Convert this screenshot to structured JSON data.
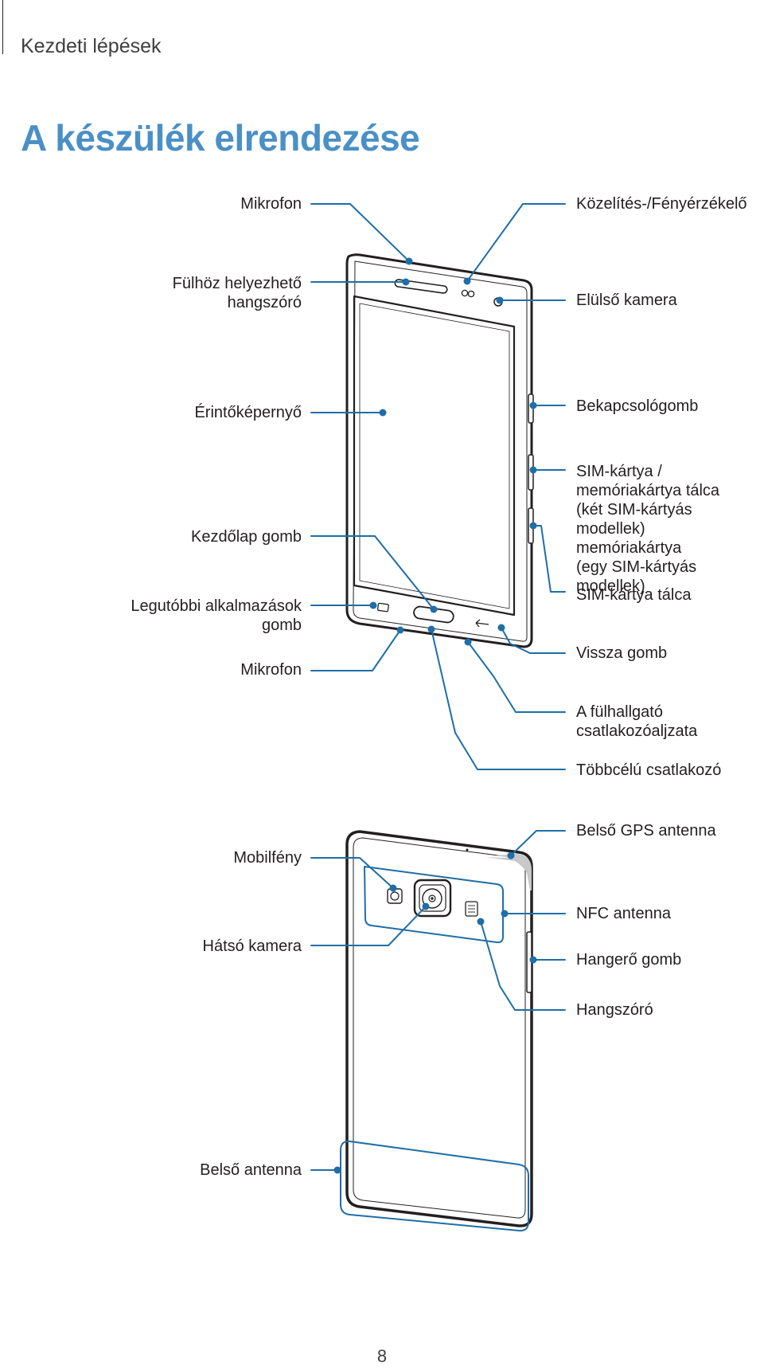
{
  "header": {
    "section": "Kezdeti lépések"
  },
  "title": "A készülék elrendezése",
  "front_labels": {
    "mikrofon_top": "Mikrofon",
    "fulhoz": "Fülhöz helyezhető\nhangszóró",
    "erinto": "Érintőképernyő",
    "kezdolap": "Kezdőlap gomb",
    "legutobbi": "Legutóbbi alkalmazások\ngomb",
    "mikrofon_bottom": "Mikrofon",
    "kozelites": "Közelítés-/Fényérzékelő",
    "elulso": "Elülső kamera",
    "bekapcs": "Bekapcsológomb",
    "sim_tray": "SIM-kártya /\nmemóriakártya tálca\n(két SIM-kártyás modellek)\nmemóriakártya\n(egy SIM-kártyás modellek)",
    "sim_tray2": "SIM-kártya tálca",
    "vissza": "Vissza gomb",
    "fulhallgato": "A fülhallgató\ncsatlakozóaljzata",
    "tobbcelu": "Többcélú csatlakozó"
  },
  "back_labels": {
    "mobilfeny": "Mobilfény",
    "hatso": "Hátsó kamera",
    "belso_antenna": "Belső antenna",
    "gps": "Belső GPS antenna",
    "nfc": "NFC antenna",
    "hangero": "Hangerő gomb",
    "hangszoro": "Hangszóró"
  },
  "page_number": "8",
  "colors": {
    "accent": "#4a90c6",
    "callout": "#1f6ea6",
    "outline": "#231f20"
  }
}
